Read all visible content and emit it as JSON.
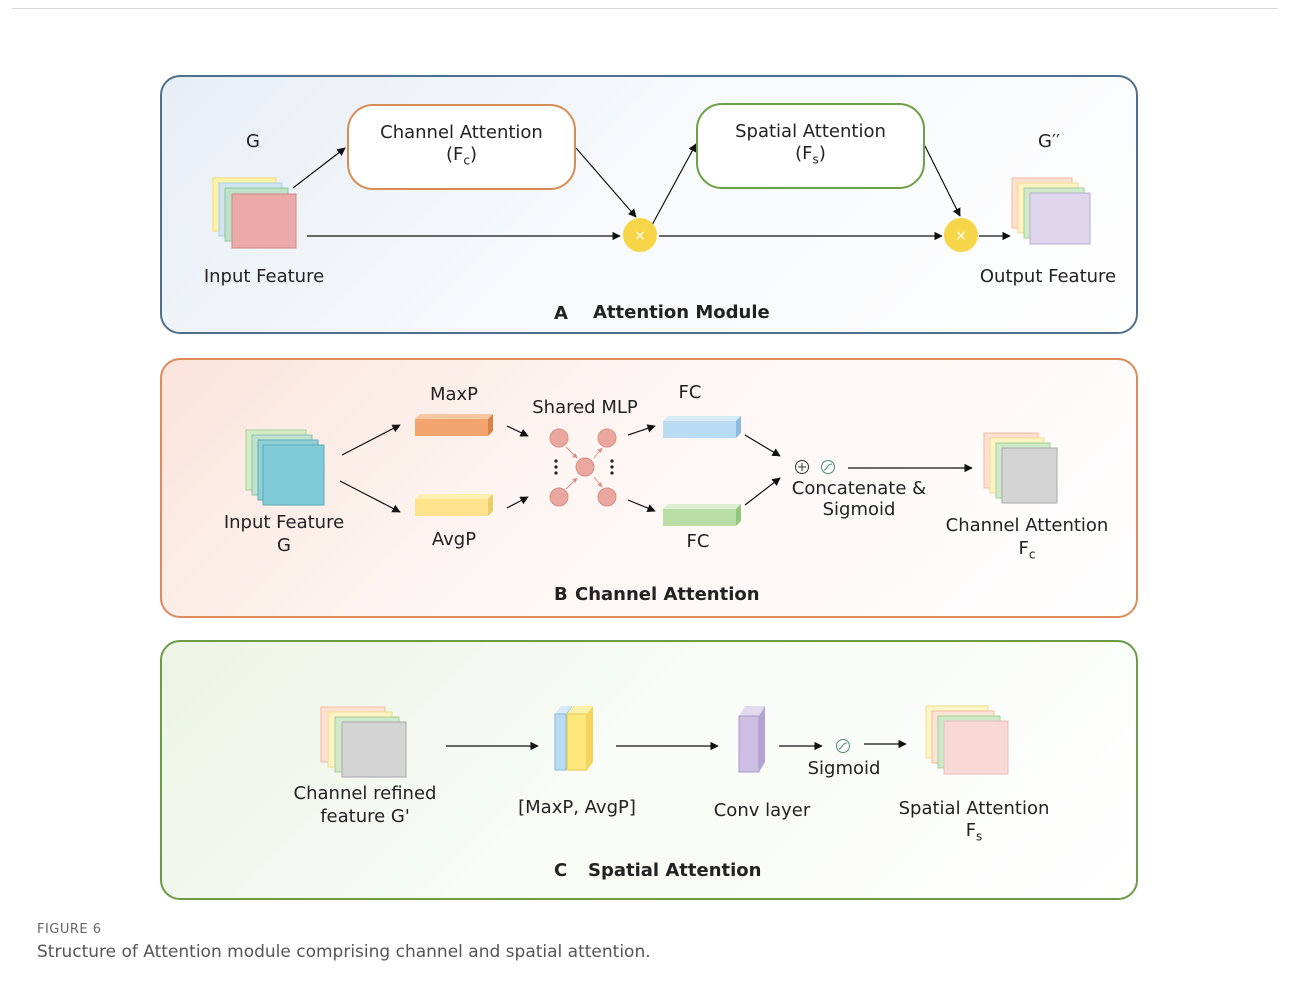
{
  "panel_a": {
    "label_letter": "A",
    "title": "Attention Module",
    "input_symbol": "G",
    "input_label": "Input Feature",
    "output_symbol": "G′′",
    "output_label": "Output Feature",
    "channel_box_title": "Channel Attention",
    "channel_box_symbol": "(F",
    "channel_box_sub": "c",
    "spatial_box_title": "Spatial Attention",
    "spatial_box_symbol": "(F",
    "spatial_box_sub": "s",
    "multiply_glyph": "×"
  },
  "panel_b": {
    "label_letter": "B",
    "title": "Channel Attention",
    "input_label": "Input Feature",
    "input_symbol": "G",
    "maxp_label": "MaxP",
    "avgp_label": "AvgP",
    "mlp_label": "Shared MLP",
    "fc_top_label": "FC",
    "fc_bottom_label": "FC",
    "concat_line1": "Concatenate &",
    "concat_line2": "Sigmoid",
    "output_label": "Channel Attention",
    "output_symbol": "F",
    "output_sub": "c"
  },
  "panel_c": {
    "label_letter": "C",
    "title": "Spatial Attention",
    "input_line1": "Channel refined",
    "input_line2": "feature G'",
    "pool_label": "[MaxP, AvgP]",
    "conv_label": "Conv layer",
    "sigmoid_label": "Sigmoid",
    "output_label": "Spatial Attention",
    "output_symbol": "F",
    "output_sub": "s"
  },
  "caption": {
    "label": "FIGURE 6",
    "text": "Structure of Attention module comprising channel and spatial attention."
  },
  "colors": {
    "panel_a_border": "#4f6f8c",
    "panel_b_border": "#dd8b59",
    "panel_c_border": "#6c9b47",
    "multiply_node": "#f7d548",
    "mlp_node": "#eaa7a0"
  }
}
